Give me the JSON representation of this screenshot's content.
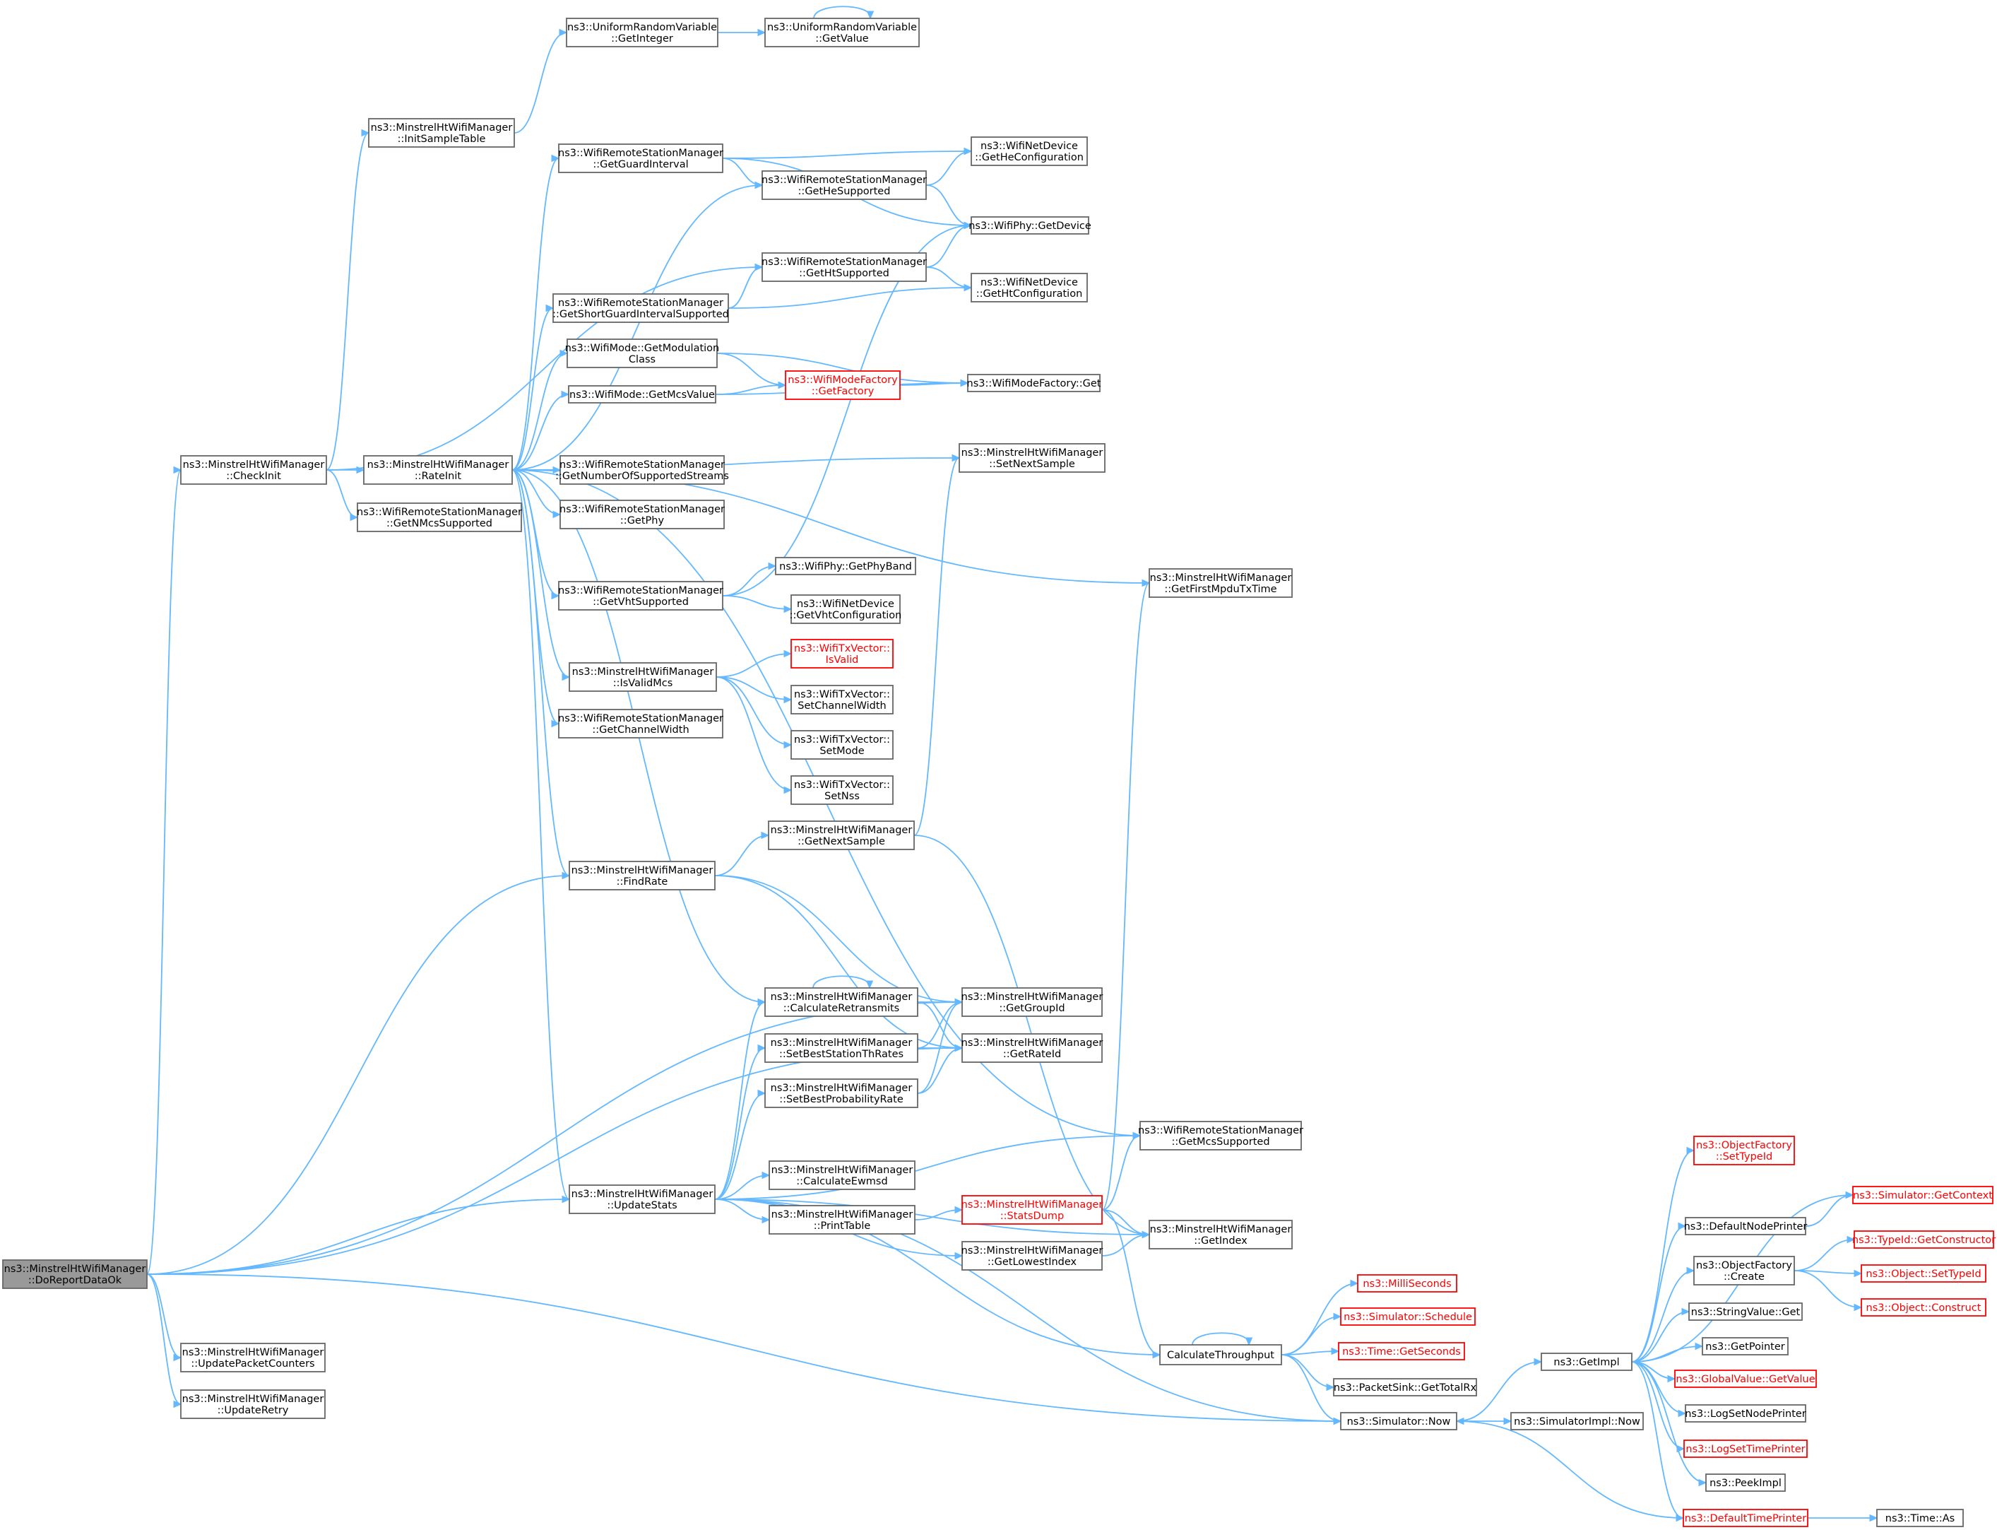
{
  "graph": {
    "nodes": [
      {
        "id": "doreport",
        "lines": [
          "ns3::MinstrelHtWifiManager",
          "::DoReportDataOk"
        ],
        "style": "current"
      },
      {
        "id": "checkinit",
        "lines": [
          "ns3::MinstrelHtWifiManager",
          "::CheckInit"
        ]
      },
      {
        "id": "initsample",
        "lines": [
          "ns3::MinstrelHtWifiManager",
          "::InitSampleTable"
        ]
      },
      {
        "id": "urv_getinteger",
        "lines": [
          "ns3::UniformRandomVariable",
          "::GetInteger"
        ]
      },
      {
        "id": "urv_getvalue",
        "lines": [
          "ns3::UniformRandomVariable",
          "::GetValue"
        ]
      },
      {
        "id": "rateinit",
        "lines": [
          "ns3::MinstrelHtWifiManager",
          "::RateInit"
        ]
      },
      {
        "id": "getnmcs",
        "lines": [
          "ns3::WifiRemoteStationManager",
          "::GetNMcsSupported"
        ]
      },
      {
        "id": "getguard",
        "lines": [
          "ns3::WifiRemoteStationManager",
          "::GetGuardInterval"
        ]
      },
      {
        "id": "getheconf",
        "lines": [
          "ns3::WifiNetDevice",
          "::GetHeConfiguration"
        ]
      },
      {
        "id": "gethesup",
        "lines": [
          "ns3::WifiRemoteStationManager",
          "::GetHeSupported"
        ]
      },
      {
        "id": "phygetdevice",
        "lines": [
          "ns3::WifiPhy::GetDevice"
        ]
      },
      {
        "id": "gethtsup",
        "lines": [
          "ns3::WifiRemoteStationManager",
          "::GetHtSupported"
        ]
      },
      {
        "id": "getshortgi",
        "lines": [
          "ns3::WifiRemoteStationManager",
          "::GetShortGuardIntervalSupported"
        ]
      },
      {
        "id": "gethtconf",
        "lines": [
          "ns3::WifiNetDevice",
          "::GetHtConfiguration"
        ]
      },
      {
        "id": "getmodclass",
        "lines": [
          "ns3::WifiMode::GetModulation",
          "Class"
        ]
      },
      {
        "id": "getfactory",
        "lines": [
          "ns3::WifiModeFactory",
          "::GetFactory"
        ],
        "style": "red"
      },
      {
        "id": "factoryget",
        "lines": [
          "ns3::WifiModeFactory::Get"
        ]
      },
      {
        "id": "getmcsvalue",
        "lines": [
          "ns3::WifiMode::GetMcsValue"
        ]
      },
      {
        "id": "setnextsample",
        "lines": [
          "ns3::MinstrelHtWifiManager",
          "::SetNextSample"
        ]
      },
      {
        "id": "getnumstreams",
        "lines": [
          "ns3::WifiRemoteStationManager",
          "::GetNumberOfSupportedStreams"
        ]
      },
      {
        "id": "getphy",
        "lines": [
          "ns3::WifiRemoteStationManager",
          "::GetPhy"
        ]
      },
      {
        "id": "getfirstmpdu",
        "lines": [
          "ns3::MinstrelHtWifiManager",
          "::GetFirstMpduTxTime"
        ]
      },
      {
        "id": "getphyband",
        "lines": [
          "ns3::WifiPhy::GetPhyBand"
        ]
      },
      {
        "id": "getvhtsup",
        "lines": [
          "ns3::WifiRemoteStationManager",
          "::GetVhtSupported"
        ]
      },
      {
        "id": "getvhtconf",
        "lines": [
          "ns3::WifiNetDevice",
          "::GetVhtConfiguration"
        ]
      },
      {
        "id": "isvalid",
        "lines": [
          "ns3::WifiTxVector::",
          "IsValid"
        ],
        "style": "red"
      },
      {
        "id": "isvalidmcs",
        "lines": [
          "ns3::MinstrelHtWifiManager",
          "::IsValidMcs"
        ]
      },
      {
        "id": "setchwidth",
        "lines": [
          "ns3::WifiTxVector::",
          "SetChannelWidth"
        ]
      },
      {
        "id": "getchwidth",
        "lines": [
          "ns3::WifiRemoteStationManager",
          "::GetChannelWidth"
        ]
      },
      {
        "id": "setmode",
        "lines": [
          "ns3::WifiTxVector::",
          "SetMode"
        ]
      },
      {
        "id": "setnss",
        "lines": [
          "ns3::WifiTxVector::",
          "SetNss"
        ]
      },
      {
        "id": "getnextsample",
        "lines": [
          "ns3::MinstrelHtWifiManager",
          "::GetNextSample"
        ]
      },
      {
        "id": "findrate",
        "lines": [
          "ns3::MinstrelHtWifiManager",
          "::FindRate"
        ]
      },
      {
        "id": "calcretx",
        "lines": [
          "ns3::MinstrelHtWifiManager",
          "::CalculateRetransmits"
        ]
      },
      {
        "id": "getgroupid",
        "lines": [
          "ns3::MinstrelHtWifiManager",
          "::GetGroupId"
        ]
      },
      {
        "id": "setbeststath",
        "lines": [
          "ns3::MinstrelHtWifiManager",
          "::SetBestStationThRates"
        ]
      },
      {
        "id": "getrateid",
        "lines": [
          "ns3::MinstrelHtWifiManager",
          "::GetRateId"
        ]
      },
      {
        "id": "setbestprob",
        "lines": [
          "ns3::MinstrelHtWifiManager",
          "::SetBestProbabilityRate"
        ]
      },
      {
        "id": "getmcssup",
        "lines": [
          "ns3::WifiRemoteStationManager",
          "::GetMcsSupported"
        ]
      },
      {
        "id": "calcewmsd",
        "lines": [
          "ns3::MinstrelHtWifiManager",
          "::CalculateEwmsd"
        ]
      },
      {
        "id": "updatestats",
        "lines": [
          "ns3::MinstrelHtWifiManager",
          "::UpdateStats"
        ]
      },
      {
        "id": "printtable",
        "lines": [
          "ns3::MinstrelHtWifiManager",
          "::PrintTable"
        ]
      },
      {
        "id": "statsdump",
        "lines": [
          "ns3::MinstrelHtWifiManager",
          "::StatsDump"
        ],
        "style": "red"
      },
      {
        "id": "getindex",
        "lines": [
          "ns3::MinstrelHtWifiManager",
          "::GetIndex"
        ]
      },
      {
        "id": "getlowest",
        "lines": [
          "ns3::MinstrelHtWifiManager",
          "::GetLowestIndex"
        ]
      },
      {
        "id": "calcthru",
        "lines": [
          "CalculateThroughput"
        ]
      },
      {
        "id": "milliseconds",
        "lines": [
          "ns3::MilliSeconds"
        ],
        "style": "red"
      },
      {
        "id": "schedule",
        "lines": [
          "ns3::Simulator::Schedule"
        ],
        "style": "red"
      },
      {
        "id": "getseconds",
        "lines": [
          "ns3::Time::GetSeconds"
        ],
        "style": "red"
      },
      {
        "id": "gettotalrx",
        "lines": [
          "ns3::PacketSink::GetTotalRx"
        ]
      },
      {
        "id": "simnow",
        "lines": [
          "ns3::Simulator::Now"
        ]
      },
      {
        "id": "simimplnow",
        "lines": [
          "ns3::SimulatorImpl::Now"
        ]
      },
      {
        "id": "updatepkt",
        "lines": [
          "ns3::MinstrelHtWifiManager",
          "::UpdatePacketCounters"
        ]
      },
      {
        "id": "updateretry",
        "lines": [
          "ns3::MinstrelHtWifiManager",
          "::UpdateRetry"
        ]
      },
      {
        "id": "getimpl",
        "lines": [
          "ns3::GetImpl"
        ]
      },
      {
        "id": "settypeid_of",
        "lines": [
          "ns3::ObjectFactory",
          "::SetTypeId"
        ],
        "style": "red"
      },
      {
        "id": "defnodeprinter",
        "lines": [
          "ns3::DefaultNodePrinter"
        ]
      },
      {
        "id": "getcontext",
        "lines": [
          "ns3::Simulator::GetContext"
        ],
        "style": "red"
      },
      {
        "id": "ofcreate",
        "lines": [
          "ns3::ObjectFactory",
          "::Create"
        ]
      },
      {
        "id": "getctor",
        "lines": [
          "ns3::TypeId::GetConstructor"
        ],
        "style": "red"
      },
      {
        "id": "objsettypeid",
        "lines": [
          "ns3::Object::SetTypeId"
        ],
        "style": "red"
      },
      {
        "id": "objconstruct",
        "lines": [
          "ns3::Object::Construct"
        ],
        "style": "red"
      },
      {
        "id": "stringget",
        "lines": [
          "ns3::StringValue::Get"
        ]
      },
      {
        "id": "getpointer",
        "lines": [
          "ns3::GetPointer"
        ]
      },
      {
        "id": "gvgetvalue",
        "lines": [
          "ns3::GlobalValue::GetValue"
        ],
        "style": "red"
      },
      {
        "id": "logsetnode",
        "lines": [
          "ns3::LogSetNodePrinter"
        ]
      },
      {
        "id": "logsettime",
        "lines": [
          "ns3::LogSetTimePrinter"
        ],
        "style": "red"
      },
      {
        "id": "peekimpl",
        "lines": [
          "ns3::PeekImpl"
        ]
      },
      {
        "id": "deftimeprinter",
        "lines": [
          "ns3::DefaultTimePrinter"
        ],
        "style": "red"
      },
      {
        "id": "timeas",
        "lines": [
          "ns3::Time::As"
        ]
      }
    ],
    "edges": [
      [
        "doreport",
        "checkinit"
      ],
      [
        "doreport",
        "findrate"
      ],
      [
        "doreport",
        "getgroupid"
      ],
      [
        "doreport",
        "updatestats"
      ],
      [
        "doreport",
        "getrateid"
      ],
      [
        "doreport",
        "updatepkt"
      ],
      [
        "doreport",
        "updateretry"
      ],
      [
        "doreport",
        "simnow"
      ],
      [
        "checkinit",
        "initsample"
      ],
      [
        "checkinit",
        "rateinit"
      ],
      [
        "checkinit",
        "getnmcs"
      ],
      [
        "checkinit",
        "gethtsup"
      ],
      [
        "initsample",
        "urv_getinteger"
      ],
      [
        "urv_getinteger",
        "urv_getvalue"
      ],
      [
        "urv_getvalue",
        "urv_getvalue"
      ],
      [
        "rateinit",
        "getguard"
      ],
      [
        "rateinit",
        "gethesup"
      ],
      [
        "rateinit",
        "getshortgi"
      ],
      [
        "rateinit",
        "getmodclass"
      ],
      [
        "rateinit",
        "getmcsvalue"
      ],
      [
        "rateinit",
        "setnextsample"
      ],
      [
        "rateinit",
        "getnumstreams"
      ],
      [
        "rateinit",
        "getphy"
      ],
      [
        "rateinit",
        "getfirstmpdu"
      ],
      [
        "rateinit",
        "getvhtsup"
      ],
      [
        "rateinit",
        "isvalidmcs"
      ],
      [
        "rateinit",
        "getchwidth"
      ],
      [
        "rateinit",
        "findrate"
      ],
      [
        "rateinit",
        "calcretx"
      ],
      [
        "rateinit",
        "getmcssup"
      ],
      [
        "rateinit",
        "updatestats"
      ],
      [
        "getguard",
        "getheconf"
      ],
      [
        "getguard",
        "gethesup"
      ],
      [
        "getguard",
        "phygetdevice"
      ],
      [
        "gethesup",
        "getheconf"
      ],
      [
        "gethesup",
        "phygetdevice"
      ],
      [
        "gethtsup",
        "phygetdevice"
      ],
      [
        "gethtsup",
        "gethtconf"
      ],
      [
        "getshortgi",
        "gethtsup"
      ],
      [
        "getshortgi",
        "gethtconf"
      ],
      [
        "getmodclass",
        "getfactory"
      ],
      [
        "getmodclass",
        "factoryget"
      ],
      [
        "getmcsvalue",
        "getfactory"
      ],
      [
        "getmcsvalue",
        "factoryget"
      ],
      [
        "getfactory",
        "factoryget"
      ],
      [
        "getvhtsup",
        "phygetdevice"
      ],
      [
        "getvhtsup",
        "getphyband"
      ],
      [
        "getvhtsup",
        "getvhtconf"
      ],
      [
        "isvalidmcs",
        "isvalid"
      ],
      [
        "isvalidmcs",
        "setchwidth"
      ],
      [
        "isvalidmcs",
        "setmode"
      ],
      [
        "isvalidmcs",
        "setnss"
      ],
      [
        "findrate",
        "getnextsample"
      ],
      [
        "findrate",
        "getgroupid"
      ],
      [
        "findrate",
        "getrateid"
      ],
      [
        "getnextsample",
        "setnextsample"
      ],
      [
        "getnextsample",
        "getindex"
      ],
      [
        "calcretx",
        "calcretx"
      ],
      [
        "calcretx",
        "getgroupid"
      ],
      [
        "calcretx",
        "getrateid"
      ],
      [
        "setbeststath",
        "getgroupid"
      ],
      [
        "setbeststath",
        "getrateid"
      ],
      [
        "setbestprob",
        "getgroupid"
      ],
      [
        "setbestprob",
        "getrateid"
      ],
      [
        "updatestats",
        "calcretx"
      ],
      [
        "updatestats",
        "setbeststath"
      ],
      [
        "updatestats",
        "setbestprob"
      ],
      [
        "updatestats",
        "getmcssup"
      ],
      [
        "updatestats",
        "calcewmsd"
      ],
      [
        "updatestats",
        "printtable"
      ],
      [
        "updatestats",
        "getlowest"
      ],
      [
        "updatestats",
        "getindex"
      ],
      [
        "updatestats",
        "calcthru"
      ],
      [
        "updatestats",
        "simnow"
      ],
      [
        "printtable",
        "statsdump"
      ],
      [
        "statsdump",
        "getfirstmpdu"
      ],
      [
        "statsdump",
        "getmcssup"
      ],
      [
        "statsdump",
        "getindex"
      ],
      [
        "statsdump",
        "calcthru"
      ],
      [
        "getlowest",
        "getindex"
      ],
      [
        "calcthru",
        "calcthru"
      ],
      [
        "calcthru",
        "milliseconds"
      ],
      [
        "calcthru",
        "schedule"
      ],
      [
        "calcthru",
        "getseconds"
      ],
      [
        "calcthru",
        "gettotalrx"
      ],
      [
        "calcthru",
        "simnow"
      ],
      [
        "simnow",
        "getimpl"
      ],
      [
        "simnow",
        "simimplnow"
      ],
      [
        "getimpl",
        "settypeid_of"
      ],
      [
        "getimpl",
        "getcontext"
      ],
      [
        "getimpl",
        "defnodeprinter"
      ],
      [
        "getimpl",
        "ofcreate"
      ],
      [
        "getimpl",
        "stringget"
      ],
      [
        "getimpl",
        "getpointer"
      ],
      [
        "getimpl",
        "gvgetvalue"
      ],
      [
        "getimpl",
        "logsetnode"
      ],
      [
        "getimpl",
        "logsettime"
      ],
      [
        "getimpl",
        "peekimpl"
      ],
      [
        "getimpl",
        "deftimeprinter"
      ],
      [
        "defnodeprinter",
        "getcontext"
      ],
      [
        "ofcreate",
        "getctor"
      ],
      [
        "ofcreate",
        "objsettypeid"
      ],
      [
        "ofcreate",
        "objconstruct"
      ],
      [
        "deftimeprinter",
        "simnow"
      ],
      [
        "deftimeprinter",
        "timeas"
      ]
    ],
    "colors": {
      "edge": "#63b8ff",
      "box_border": "#666666",
      "current_fill": "#999999",
      "red_text": "#ff0000"
    }
  }
}
